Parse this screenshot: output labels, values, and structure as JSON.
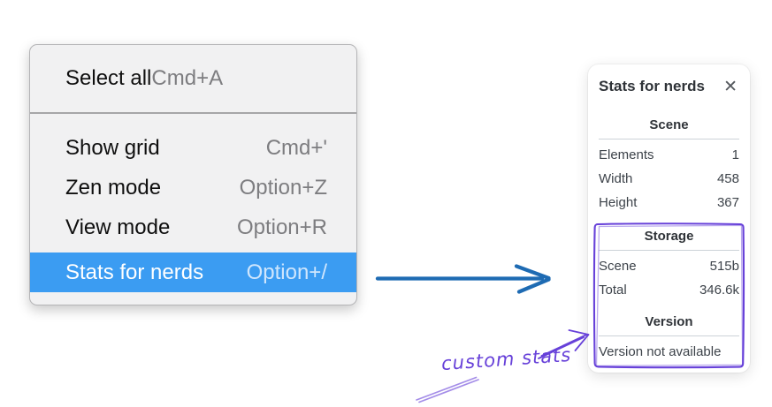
{
  "context_menu": {
    "items": [
      {
        "label": "Select all",
        "shortcut": "Cmd+A"
      },
      {
        "label": "Show grid",
        "shortcut": "Cmd+'"
      },
      {
        "label": "Zen mode",
        "shortcut": "Option+Z"
      },
      {
        "label": "View mode",
        "shortcut": "Option+R"
      },
      {
        "label": "Stats for nerds",
        "shortcut": "Option+/"
      }
    ],
    "highlighted_item": "Stats for nerds"
  },
  "stats_panel": {
    "title": "Stats for nerds",
    "close_label": "✕",
    "sections": [
      {
        "header": "Scene",
        "rows": [
          {
            "label": "Elements",
            "value": "1"
          },
          {
            "label": "Width",
            "value": "458"
          },
          {
            "label": "Height",
            "value": "367"
          }
        ]
      },
      {
        "header": "Storage",
        "rows": [
          {
            "label": "Scene",
            "value": "515b"
          },
          {
            "label": "Total",
            "value": "346.6k"
          }
        ]
      },
      {
        "header": "Version",
        "note": "Version not available"
      }
    ]
  },
  "annotation": {
    "label": "custom stats"
  },
  "colors": {
    "menu_highlight": "#3b9cf2",
    "flow_arrow": "#1e6bb3",
    "annotation": "#6741d9"
  }
}
